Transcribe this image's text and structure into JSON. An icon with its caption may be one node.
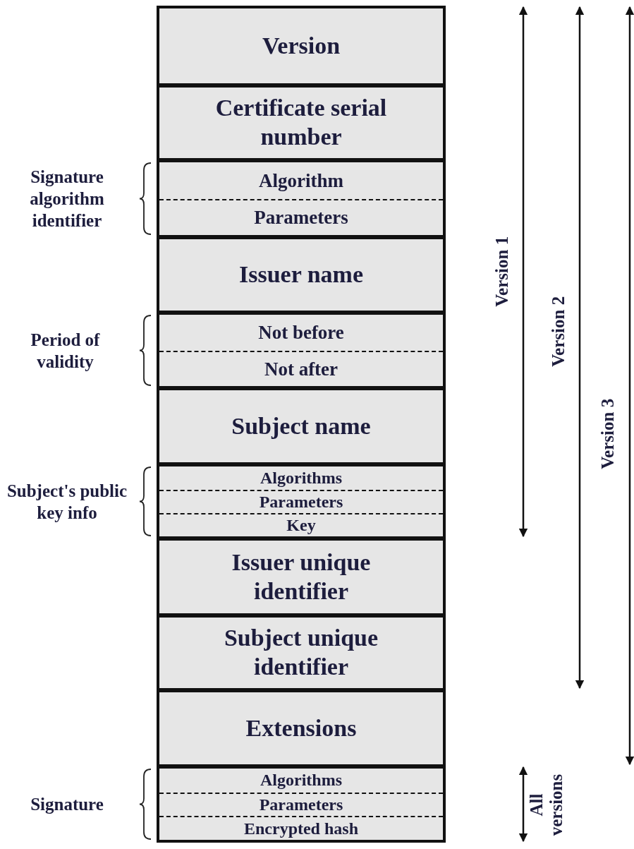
{
  "diagram": {
    "nodes": [
      {
        "text": [
          "Version"
        ]
      },
      {
        "text": [
          "Certificate serial number"
        ]
      },
      {
        "text": [
          "Signature algorithm identifier"
        ]
      },
      {
        "text": [
          "Algorithm"
        ],
        "in": 2
      },
      {
        "text": [
          "Parameters"
        ],
        "in": 2
      },
      {
        "text": [
          "Issuer name"
        ]
      },
      {
        "text": [
          "Period of validity"
        ]
      },
      {
        "text": [
          "Not before"
        ],
        "in": 6
      },
      {
        "text": [
          "Not after"
        ],
        "in": 6
      },
      {
        "text": [
          "Subject name"
        ]
      },
      {
        "text": [
          "Subject's public key info"
        ]
      },
      {
        "text": [
          "Algorithms"
        ],
        "in": 10
      },
      {
        "text": [
          "Parameters"
        ],
        "in": 10
      },
      {
        "text": [
          "Key"
        ],
        "in": 10
      },
      {
        "text": [
          "Issuer unique identifier"
        ]
      },
      {
        "text": [
          "Subject unique identifier"
        ]
      },
      {
        "text": [
          "Extensions"
        ]
      },
      {
        "text": [
          "Signature"
        ]
      },
      {
        "text": [
          "Algorithms"
        ],
        "in": 17
      },
      {
        "text": [
          "Parameters"
        ],
        "in": 17
      },
      {
        "text": [
          "Encrypted hash"
        ],
        "in": 17
      }
    ],
    "edges": [],
    "labels": [
      "Version 1",
      "Version 2",
      "Version 3",
      "All versions"
    ]
  }
}
